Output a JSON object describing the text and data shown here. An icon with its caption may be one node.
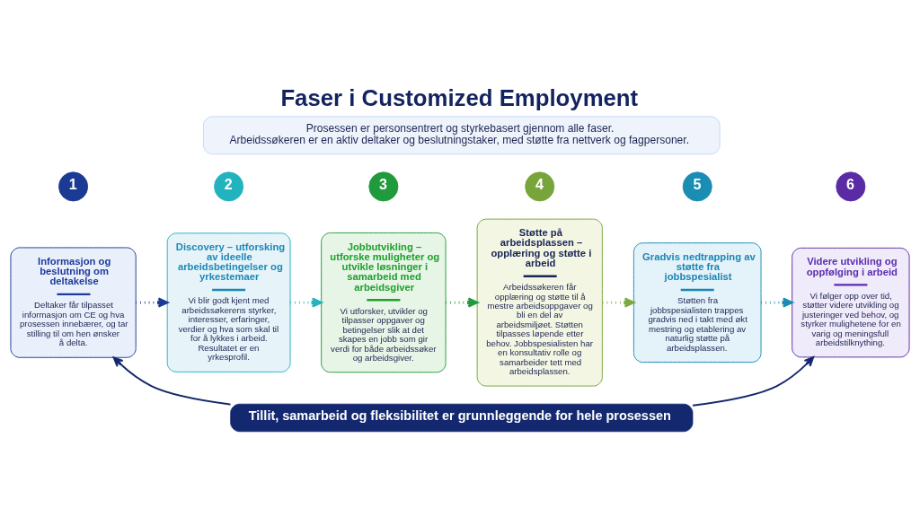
{
  "diagram": {
    "title": "Faser i Customized Employment",
    "nodes": [
      {
        "text": [
          "Prosessen er personsentrert og styrkebasert gjennom alle faser.",
          "Arbeidssøkeren er en aktiv deltaker og beslutningstaker, med støtte fra nettverk og fagpersoner."
        ]
      },
      {
        "text": [
          "1"
        ]
      },
      {
        "text": [
          "Informasjon og beslutning om deltakelse",
          "Deltaker får tilpasset informasjon om CE og hva prosessen innebærer, og tar stilling til om hen ønsker å delta."
        ]
      },
      {
        "text": [
          "2"
        ]
      },
      {
        "text": [
          "Discovery – utforsking av ideelle arbeidsbetingelser og yrkestemaer",
          "Vi blir godt kjent med arbeidssøkerens styrker, interesser, erfaringer, verdier og hva som skal til for å lykkes i arbeid. Resultatet er en yrkesprofil."
        ]
      },
      {
        "text": [
          "3"
        ]
      },
      {
        "text": [
          "Jobbutvikling – utforske muligheter og utvikle løsninger i samarbeid med arbeidsgiver",
          "Vi utforsker, utvikler og tilpasser oppgaver og betingelser slik at det skapes en jobb som gir verdi for både arbeidssøker og arbeidsgiver."
        ]
      },
      {
        "text": [
          "4"
        ]
      },
      {
        "text": [
          "Støtte på arbeidsplassen – opplæring og støtte i arbeid",
          "Arbeidssøkeren får opplæring og støtte til å mestre arbeidsoppgaver og bli en del av arbeidsmiljøet. Støtten tilpasses løpende etter behov. Jobbspesialisten har en konsultativ rolle og samarbeider tett med arbeidsplassen."
        ]
      },
      {
        "text": [
          "5"
        ]
      },
      {
        "text": [
          "Gradvis nedtrapping av støtte fra jobbspesialist",
          "Støtten fra jobbspesialisten trappes gradvis ned i takt med økt mestring og etablering av naturlig støtte på arbeidsplassen."
        ]
      },
      {
        "text": [
          "6"
        ]
      },
      {
        "text": [
          "Videre utvikling og oppfølging i arbeid",
          "Vi følger opp over tid, støtter videre utvikling og justeringer ved behov, og styrker mulighetene for en varig og meningsfull arbeidstilknything."
        ]
      },
      {
        "text": [
          "Tillit, samarbeid og fleksibilitet er grunnleggende for hele prosessen"
        ]
      }
    ],
    "edges": [
      {
        "from": 2,
        "to": 4,
        "arrow": "to",
        "style": "dashed",
        "color": "#1b3a93"
      },
      {
        "from": 4,
        "to": 6,
        "arrow": "to",
        "style": "dashed",
        "color": "#22b3bf"
      },
      {
        "from": 6,
        "to": 8,
        "arrow": "to",
        "style": "dashed",
        "color": "#1f9a3c"
      },
      {
        "from": 8,
        "to": 10,
        "arrow": "to",
        "style": "dashed",
        "color": "#7aab3e"
      },
      {
        "from": 10,
        "to": 12,
        "arrow": "to",
        "style": "dashed",
        "color": "#1a8db3"
      },
      {
        "from": 13,
        "to": 2,
        "arrow": "to",
        "color": "#14286e"
      },
      {
        "from": 13,
        "to": 12,
        "arrow": "to",
        "color": "#14286e"
      }
    ]
  }
}
